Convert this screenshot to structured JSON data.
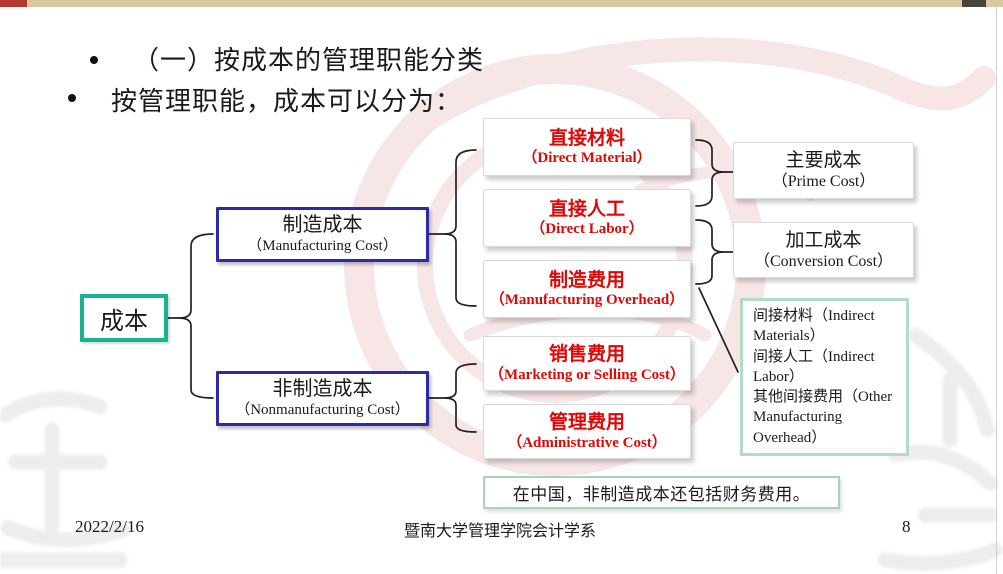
{
  "title_bullets": [
    "（一）按成本的管理职能分类",
    "按管理职能，成本可以分为："
  ],
  "tree": {
    "root": {
      "zh": "成本"
    },
    "branches": [
      {
        "zh": "制造成本",
        "en": "（Manufacturing Cost）"
      },
      {
        "zh": "非制造成本",
        "en": "（Nonmanufacturing Cost）"
      }
    ],
    "manufacturing_items": [
      {
        "zh": "直接材料",
        "en": "（Direct Material）"
      },
      {
        "zh": "直接人工",
        "en": "（Direct Labor）"
      },
      {
        "zh": "制造费用",
        "en": "（Manufacturing Overhead）"
      }
    ],
    "nonmanufacturing_items": [
      {
        "zh": "销售费用",
        "en": "（Marketing or Selling Cost）"
      },
      {
        "zh": "管理费用",
        "en": "（Administrative Cost）"
      }
    ],
    "cost_groupings": [
      {
        "zh": "主要成本",
        "en": "（Prime Cost）"
      },
      {
        "zh": "加工成本",
        "en": "（Conversion Cost）"
      }
    ],
    "overhead_details": [
      "间接材料（Indirect Materials）",
      "间接人工（Indirect Labor）",
      "其他间接费用（Other Manufacturing Overhead）"
    ]
  },
  "note": "在中国，非制造成本还包括财务费用。",
  "footer": {
    "date": "2022/2/16",
    "department": "暨南大学管理学院会计学系",
    "page_number": "8"
  },
  "colors": {
    "highlight_red": "#dd0808",
    "branch_border_blue": "#2b2ba8",
    "root_border_teal": "#14b48e",
    "detail_border_green": "#b2dcc6",
    "note_border_green": "#a7d3b8",
    "watermark_pink": "#f2d2d2"
  }
}
